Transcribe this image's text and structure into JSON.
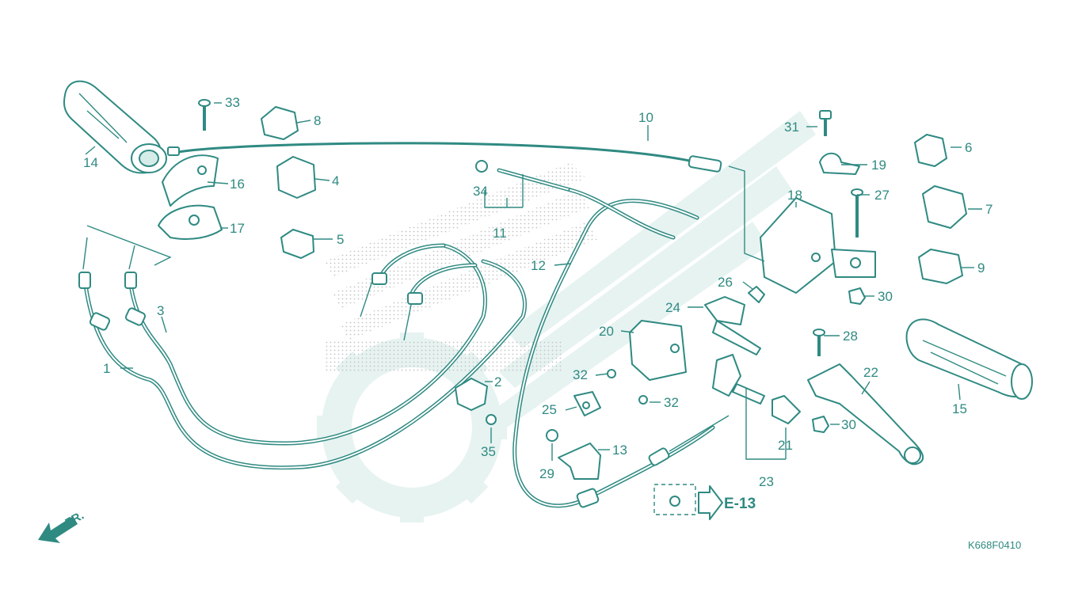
{
  "diagram": {
    "drawing_code": "K668F0410",
    "front_label": "FR.",
    "reference": {
      "label": "E-13"
    },
    "callouts": [
      {
        "id": "c1",
        "label": "1"
      },
      {
        "id": "c2",
        "label": "2"
      },
      {
        "id": "c3",
        "label": "3"
      },
      {
        "id": "c4",
        "label": "4"
      },
      {
        "id": "c5",
        "label": "5"
      },
      {
        "id": "c6",
        "label": "6"
      },
      {
        "id": "c7",
        "label": "7"
      },
      {
        "id": "c8",
        "label": "8"
      },
      {
        "id": "c9",
        "label": "9"
      },
      {
        "id": "c10",
        "label": "10"
      },
      {
        "id": "c11",
        "label": "11"
      },
      {
        "id": "c12",
        "label": "12"
      },
      {
        "id": "c13",
        "label": "13"
      },
      {
        "id": "c14",
        "label": "14"
      },
      {
        "id": "c15",
        "label": "15"
      },
      {
        "id": "c16",
        "label": "16"
      },
      {
        "id": "c17",
        "label": "17"
      },
      {
        "id": "c18",
        "label": "18"
      },
      {
        "id": "c19",
        "label": "19"
      },
      {
        "id": "c20",
        "label": "20"
      },
      {
        "id": "c21",
        "label": "21"
      },
      {
        "id": "c22",
        "label": "22"
      },
      {
        "id": "c23",
        "label": "23"
      },
      {
        "id": "c24",
        "label": "24"
      },
      {
        "id": "c25",
        "label": "25"
      },
      {
        "id": "c26",
        "label": "26"
      },
      {
        "id": "c27",
        "label": "27"
      },
      {
        "id": "c28",
        "label": "28"
      },
      {
        "id": "c29",
        "label": "29"
      },
      {
        "id": "c30a",
        "label": "30"
      },
      {
        "id": "c30b",
        "label": "30"
      },
      {
        "id": "c31",
        "label": "31"
      },
      {
        "id": "c32a",
        "label": "32"
      },
      {
        "id": "c32b",
        "label": "32"
      },
      {
        "id": "c33",
        "label": "33"
      },
      {
        "id": "c34",
        "label": "34"
      },
      {
        "id": "c35",
        "label": "35"
      }
    ],
    "colors": {
      "line": "#2f8a82",
      "watermark": "#e3f1ef",
      "dots": "#c9c9c9",
      "background": "#ffffff"
    }
  }
}
